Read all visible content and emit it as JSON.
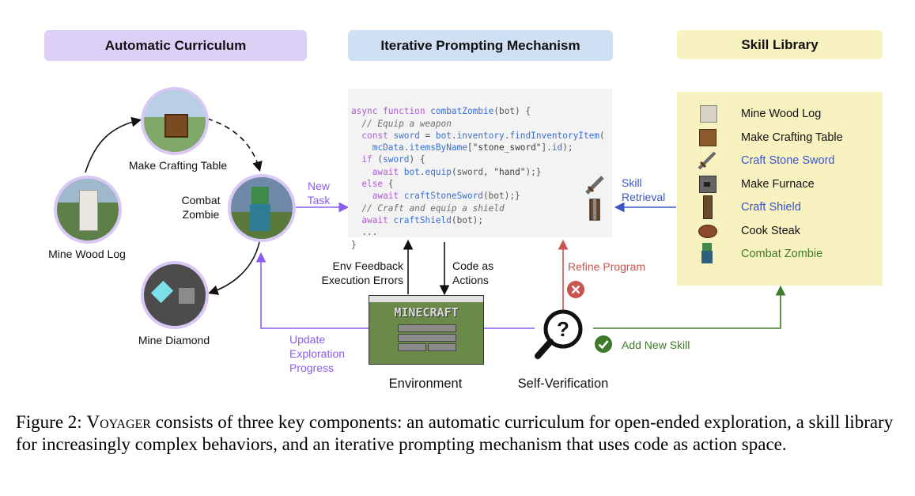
{
  "headers": {
    "curriculum": "Automatic Curriculum",
    "iterative": "Iterative Prompting Mechanism",
    "skill_library": "Skill Library"
  },
  "curriculum": {
    "mine_wood_log": "Mine Wood Log",
    "make_crafting_table": "Make Crafting Table",
    "combat_zombie_line1": "Combat",
    "combat_zombie_line2": "Zombie",
    "mine_diamond": "Mine Diamond"
  },
  "code_lines": [
    "async function combatZombie(bot) {",
    "  // Equip a weapon",
    "  const sword = bot.inventory.findInventoryItem(",
    "    mcData.itemsByName[\"stone_sword\"].id);",
    "  if (sword) {",
    "    await bot.equip(sword, \"hand\");}",
    "  else {",
    "    await craftStoneSword(bot);}",
    "  // Craft and equip a shield",
    "  await craftShield(bot);",
    "  ...",
    "}"
  ],
  "labels": {
    "new_task_1": "New",
    "new_task_2": "Task",
    "env_feedback_1": "Env Feedback",
    "env_feedback_2": "Execution Errors",
    "code_actions_1": "Code as",
    "code_actions_2": "Actions",
    "refine_program": "Refine Program",
    "skill_retrieval_1": "Skill",
    "skill_retrieval_2": "Retrieval",
    "update_1": "Update",
    "update_2": "Exploration",
    "update_3": "Progress",
    "environment": "Environment",
    "self_verification": "Self-Verification",
    "add_new_skill": "Add New Skill",
    "minecraft_logo": "MINECRAFT"
  },
  "skills": [
    {
      "label": "Mine Wood  Log",
      "icon": "wood-log-icon",
      "color": "#111111"
    },
    {
      "label": "Make Crafting Table",
      "icon": "crafting-table-icon",
      "color": "#111111"
    },
    {
      "label": "Craft Stone Sword",
      "icon": "stone-sword-icon",
      "color": "#3b55c8"
    },
    {
      "label": "Make Furnace",
      "icon": "furnace-icon",
      "color": "#111111"
    },
    {
      "label": "Craft Shield",
      "icon": "shield-icon",
      "color": "#3b55c8"
    },
    {
      "label": "Cook Steak",
      "icon": "steak-icon",
      "color": "#111111"
    },
    {
      "label": "Combat Zombie",
      "icon": "zombie-icon",
      "color": "#3d7a2a"
    }
  ],
  "caption": {
    "prefix": "Figure 2: ",
    "name": "Voyager",
    "rest": " consists of three key components: an automatic curriculum for open-ended exploration, a skill library for increasingly complex behaviors, and an iterative prompting mechanism that uses code as action space."
  },
  "colors": {
    "purple": "#8a5cf0",
    "blue": "#3b55c8",
    "red": "#c9534d",
    "green": "#3d7a2a",
    "curriculum_bg": "#dcd0f6",
    "iterative_bg": "#cfe0f5",
    "skill_bg": "#f8f2c0"
  }
}
